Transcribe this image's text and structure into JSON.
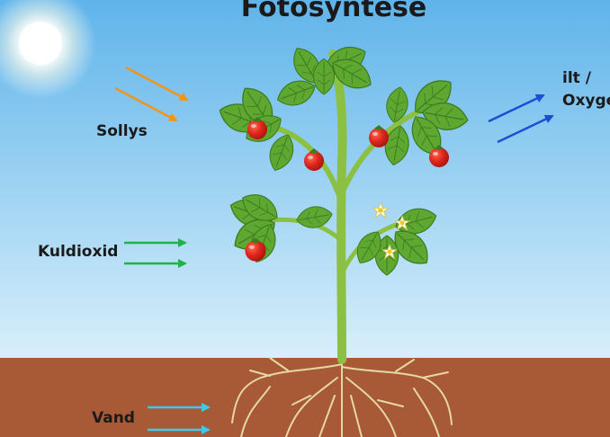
{
  "diagram": {
    "title": "Fotosyntese",
    "labels": {
      "sunlight": "Sollys",
      "carbon_dioxide": "Kuldioxid",
      "water": "Vand",
      "oxygen_line1": "ilt /",
      "oxygen_line2": "Oxygen"
    },
    "colors": {
      "sky_top": "#5fb4ea",
      "sky_bottom": "#d8effb",
      "soil": "#a85a36",
      "sunlight_arrow": "#f29418",
      "co2_arrow": "#1fb247",
      "water_arrow": "#3cc9ee",
      "oxygen_arrow": "#1c4fd6",
      "leaf": "#5ea832",
      "stem": "#8cc043",
      "tomato": "#e0281e",
      "root": "#e6d7a8"
    }
  }
}
